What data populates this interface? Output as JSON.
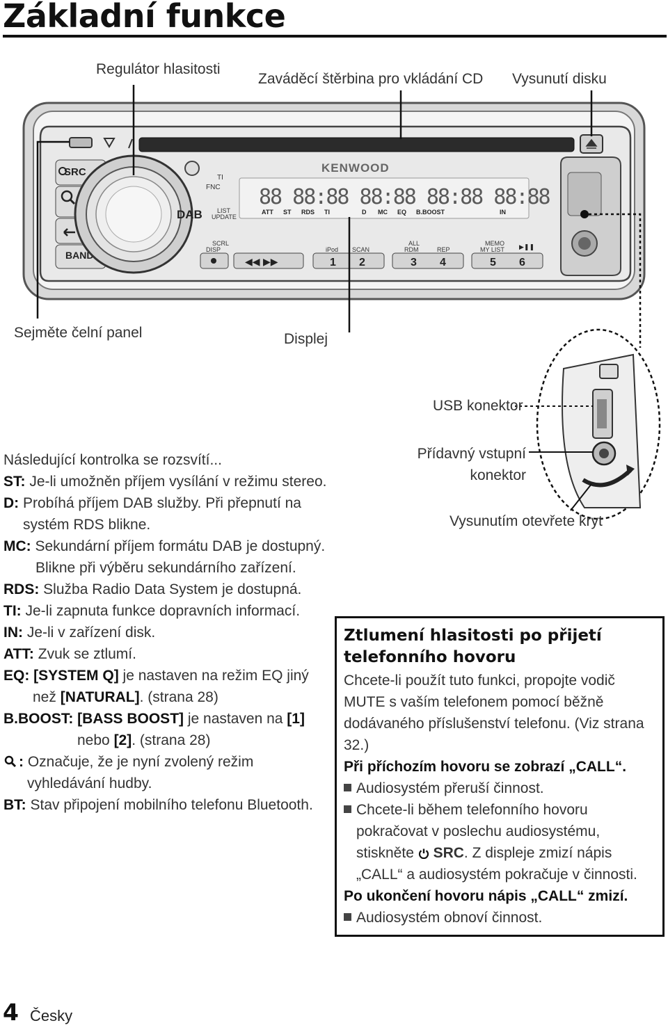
{
  "page": {
    "title": "Základní funkce",
    "page_number": "4",
    "language": "Česky"
  },
  "callouts": {
    "volume_knob": "Regulátor hlasitosti",
    "cd_slot": "Zaváděcí štěrbina pro vkládání CD",
    "eject": "Vysunutí disku",
    "detach_panel": "Sejměte čelní panel",
    "display": "Displej",
    "usb": "USB konektor",
    "aux_line1": "Přídavný vstupní",
    "aux_line2": "konektor",
    "cover": "Vysunutím otevřete kryt"
  },
  "device": {
    "brand": "KENWOOD",
    "buttons": {
      "src": "SRC",
      "band": "BAND",
      "dab": "DAB",
      "ti": "TI",
      "fnc": "FNC",
      "list_update_1": "LIST",
      "list_update_2": "UPDATE",
      "scrl": "SCRL",
      "disp": "DISP",
      "ipod": "iPod",
      "scan": "SCAN",
      "all": "ALL",
      "rdm": "RDM",
      "rep": "REP",
      "memo": "MEMO",
      "my_list": "MY LIST",
      "play_pause": "▶❚❚",
      "prev_next": "◀◀  ▶▶",
      "n1": "1",
      "n2": "2",
      "n3": "3",
      "n4": "4",
      "n5": "5",
      "n6": "6"
    },
    "display_segments": "88 88:88 88:88 88:88 88:88",
    "indicators": [
      "ATT",
      "ST",
      "RDS",
      "TI",
      "D",
      "MC",
      "EQ",
      "B.BOOST",
      "IN"
    ]
  },
  "indicator_list": {
    "intro": "Následující kontrolka se rozsvítí...",
    "items": [
      {
        "key": "ST:",
        "text": " Je-li umožněn příjem vysílání v režimu stereo."
      },
      {
        "key": "D:",
        "text": " Probíhá příjem DAB služby. Při přepnutí na systém RDS blikne."
      },
      {
        "key": "MC:",
        "text": " Sekundární příjem formátu DAB je dostupný. Blikne při výběru sekundárního zařízení."
      },
      {
        "key": "RDS:",
        "text": " Služba Radio Data System je dostupná."
      },
      {
        "key": "TI:",
        "text": " Je-li zapnuta funkce dopravních informací."
      },
      {
        "key": "IN:",
        "text": " Je-li v zařízení disk."
      },
      {
        "key": "ATT:",
        "text": " Zvuk se ztlumí."
      },
      {
        "key": "EQ:",
        "text": " [SYSTEM Q]"
      },
      {
        "key": "B.BOOST:",
        "text": " [BASS BOOST]"
      },
      {
        "key": ":",
        "text": " Označuje, že je nyní zvolený režim vyhledávání hudby."
      },
      {
        "key": "BT:",
        "text": " Stav připojení mobilního telefonu Bluetooth."
      }
    ],
    "eq_rest_1": " je nastaven na režim EQ jiný",
    "eq_rest_2": "než ",
    "eq_natural": "[NATURAL]",
    "eq_ref": ". (strana 28)",
    "bb_rest_1": " je nastaven na ",
    "bb_one": "[1]",
    "bb_rest_2": "nebo ",
    "bb_two": "[2]",
    "bb_ref": ". (strana 28)"
  },
  "mute_box": {
    "heading_1": "Ztlumení hlasitosti po přijetí",
    "heading_2": "telefonního hovoru",
    "p1": "Chcete-li použít tuto funkci, propojte vodič MUTE s vaším telefonem pomocí běžně dodávaného příslušenství telefonu. (Viz strana 32.)",
    "p2": "Při příchozím hovoru se zobrazí „CALL“.",
    "b1": "Audiosystém přeruší činnost.",
    "b2_a": "Chcete-li během telefonního hovoru pokračovat v poslechu audiosystému, stiskněte ",
    "b2_src": "SRC",
    "b2_b": ". Z displeje zmizí nápis „CALL“ a audiosystém pokračuje v činnosti.",
    "p3": "Po ukončení hovoru nápis „CALL“ zmizí.",
    "b3": "Audiosystém obnoví činnost."
  },
  "colors": {
    "text": "#333333",
    "heading": "#111111",
    "device_face": "#e6e6e6",
    "display_bg": "#f2f2f2"
  }
}
